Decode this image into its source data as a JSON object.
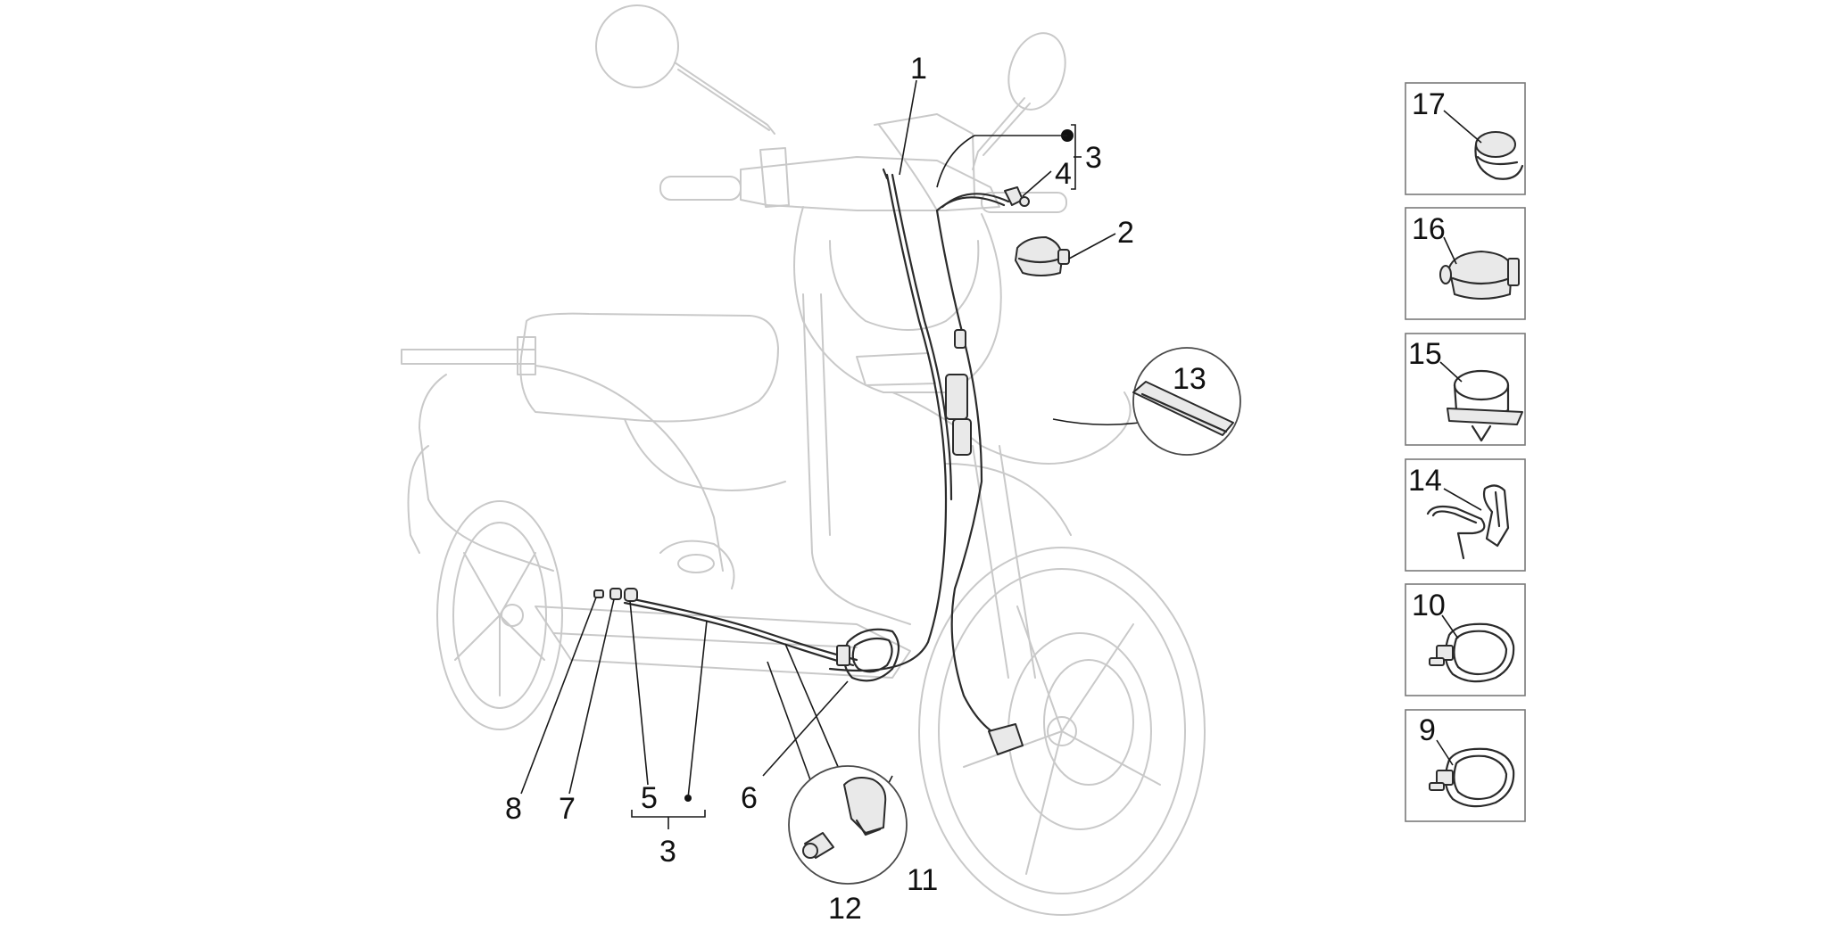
{
  "diagram": {
    "callouts": {
      "c1": "1",
      "c2": "2",
      "c3_top": "3",
      "c3_bottom": "3",
      "c4": "4",
      "c5": "5",
      "c6": "6",
      "c7": "7",
      "c8": "8",
      "c9": "9",
      "c10": "10",
      "c11": "11",
      "c12": "12",
      "c13": "13",
      "c14": "14",
      "c15": "15",
      "c16": "16",
      "c17": "17"
    }
  }
}
